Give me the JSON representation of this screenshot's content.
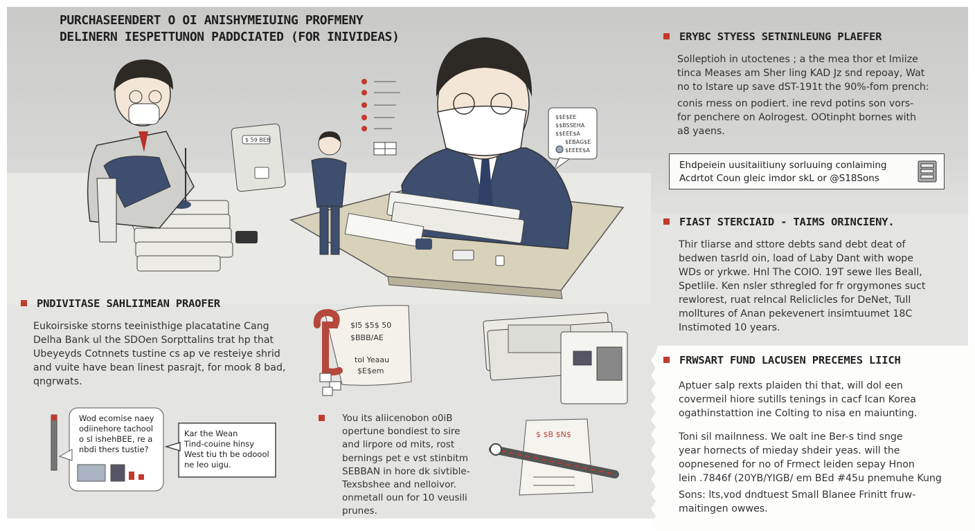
{
  "title": {
    "line1": "PURCHASEENDERT O OI ANISHYMEIUING PROFMENY",
    "line2": "DELINERN IESPETTUNON PADDCIATED (FOR INIVIDEAS)"
  },
  "sections": {
    "top_right": {
      "heading": "ERYBC STYESS SETNINLEUNG PLAEFER",
      "para1": [
        "Solleptioh  in  utoctenes ; a  the mea  thor  et  Imiize",
        "tinca  Meases am Sher ling  KAD Jz  snd  repoay,  Wat",
        "no  to  Istare  up  save  dST-191t  the 90%-fom prench:"
      ],
      "para2": [
        "conis  rness  on  podiert.  ine revd  potins  son  vors-",
        "for  penchere  on  Aolrogest.  OOtinpht  bornes  with",
        "a8 yaens."
      ]
    },
    "callout": {
      "lines": [
        "Ehdpeiein  uusitaiitiuny  sorluuing  conlaiming",
        "Acdrtot  Coun  gleic  imdor  skL  or  @S18Sons"
      ],
      "icon": "server-icon"
    },
    "middle_right": {
      "heading": "FIAST STERCIAID - TAIMS ORINCIENY.",
      "para1": [
        "Thir  tliarse  and  sttore  debts  sand  debt  deat  of",
        "bedwen  tasrld  oin,  load  of  Laby  Dant  with  wope",
        "WDs  or  yrkwe.  Hnl  The  COIO.  19T  sewe  lles  Beall,"
      ],
      "para2": [
        "Spetlile.  Ken  nsler  sthregled  for  fr orgymones  suct",
        "rewlorest,  ruat  relncal  Reliclicles  for  DeNet,  Tull",
        "molltures  of  Anan  pekevenert  insimtuumet  18C",
        "Instimoted  10  years."
      ]
    },
    "bottom_right": {
      "heading": "FRWSART  FUND  LACUSEN  PRECEMES  LIICH",
      "para1": [
        "Aptuer  salp  rexts  plaiden  thi  that,  will  dol  een",
        "covermeil  hiore  sutills  tenings  in  cacf  Ican  Korea",
        "ogathinstattion  ine  Colting  to  nisa  en  maiunting."
      ],
      "para2": [
        "Toni  sil  mailnness.  We  oalt  ine  Ber-s  tind  snge",
        "year  hornects  of  mieday  shdeir  yeas.  will  the",
        "oopnesened  for no  of  Frmect  leiden  sepay  Hnon",
        "lein  .7846f  (20YB/YIGB/ em  BEd  #45u  pnemuhe  Kung"
      ],
      "para3": [
        "Sons:  lts,vod  dndtuest  Small  Blanee  Frinitt  fruw-",
        "maitingen  owwes."
      ]
    },
    "left": {
      "heading": "PNDIVITASE SAHLIIMEAN PRAOFER",
      "para": [
        "Eukoirsiske  storns  teeinisthige  placatatine  Cang",
        "Delha  Bank  ul  the  SDOen  Sorpttalins  trat  hp  that",
        "Ubeyeyds  Cotnnets  tustine  cs ap  ve  resteiye  shrid",
        "and  vuite  have  bean  linest  pasrajt,  for  mook  8 bad,",
        "qngrwats."
      ]
    },
    "center": {
      "para": [
        "You  its  aliicenobon  o0iB",
        "opertune  bondiest  to  sire",
        "and  lirpore  od  mits,  rost",
        "bernings  pet  e  vst  stinbitm",
        "SEBBAN  in  hore  dk  sivtible-",
        "Texsbshee  and  nelloivor.",
        "onmetall oun  for 10  veusili",
        "prunes."
      ]
    }
  },
  "illustration": {
    "bubble_left": [
      "Wod ecomise  naey",
      "odiinehore  tachool",
      "o  sl ishehBEE,  re  a",
      "nbdi  thers  tustie?"
    ],
    "bubble_right": [
      "Kar the  Wean",
      "Tind-couine  hinsy",
      "West  tiu  th  be  odoool",
      "ne  leo  uigu."
    ],
    "scroll_text": [
      "$I5  $5$ 50",
      "$BBB/AE",
      "tol Yeaau",
      "$E$em"
    ],
    "doc_card_text": "$ 59 BEB",
    "right_bubble_text": [
      "$$E$EE",
      "$$BSSEHA",
      "$$EEE$A",
      "$EBAG$E",
      "$EEEE$A"
    ],
    "letter_text": "$ $B $N$",
    "colors": {
      "accent": "#c23a2b",
      "suit": "#3d4e6e",
      "paper": "#ecebe3",
      "desk": "#d7d1b8"
    }
  }
}
